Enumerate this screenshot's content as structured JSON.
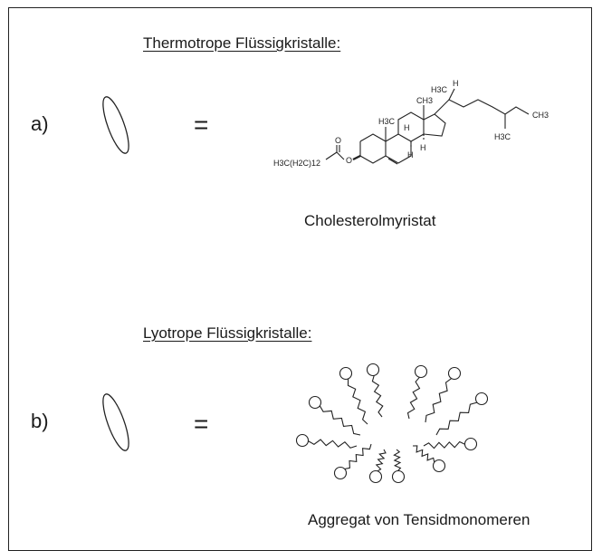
{
  "sections": {
    "thermo": {
      "heading": "Thermotrope Flüssigkristalle:",
      "label": "a)",
      "equals": "=",
      "caption": "Cholesterolmyristat",
      "molecule_labels": {
        "chain": "H3C(H2C)12",
        "ring_methyl": "H3C",
        "top_methyl": "H3C",
        "ch3_mid": "CH3",
        "h_side": "H",
        "h_a": "H",
        "h_b": "H",
        "h_c": "H",
        "ch3_end": "CH3",
        "h3c_end": "H3C",
        "o_double": "O",
        "o_ester": "O"
      }
    },
    "lyo": {
      "heading": "Lyotrope Flüssigkristalle:",
      "label": "b)",
      "equals": "=",
      "caption": "Aggregat von Tensidmonomeren"
    }
  }
}
